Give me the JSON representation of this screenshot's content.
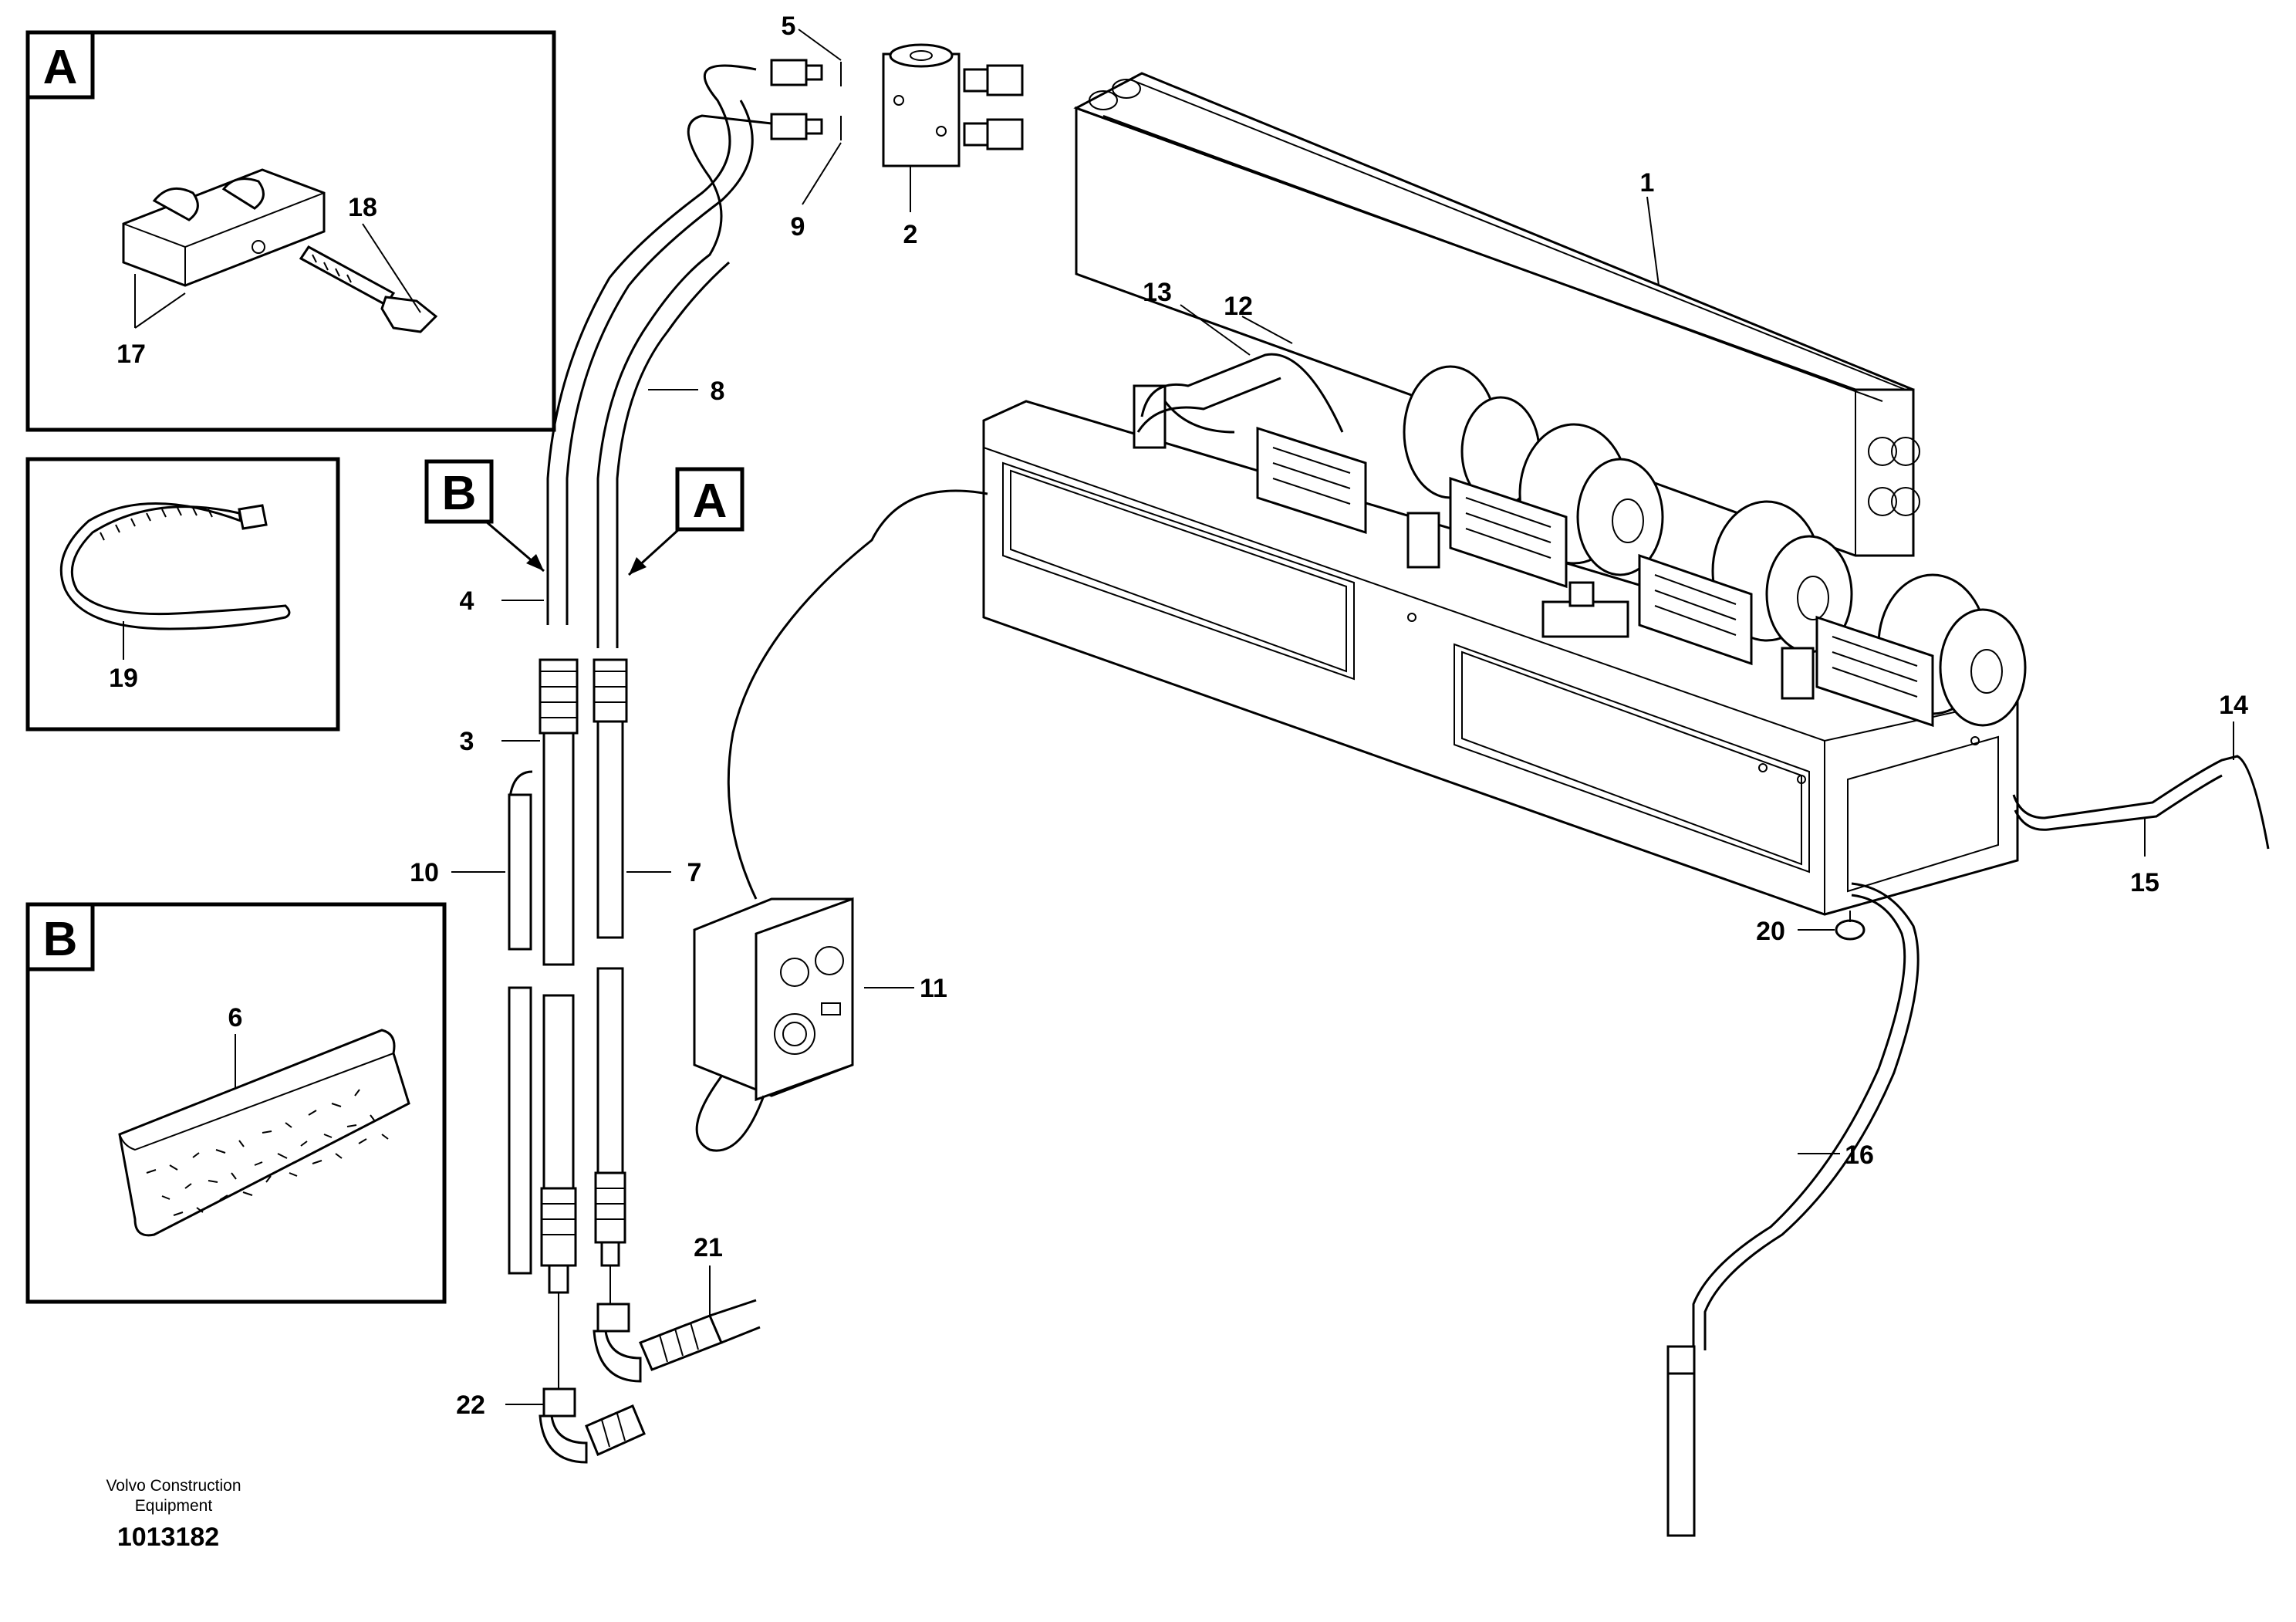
{
  "boxes": {
    "a": {
      "letter": "A"
    },
    "b": {
      "letter": "B"
    }
  },
  "callouts": {
    "a": "A",
    "b": "B"
  },
  "labels": {
    "p1": "1",
    "p2": "2",
    "p3": "3",
    "p4": "4",
    "p5": "5",
    "p6": "6",
    "p7": "7",
    "p8": "8",
    "p9": "9",
    "p10": "10",
    "p11": "11",
    "p12": "12",
    "p13": "13",
    "p14": "14",
    "p15": "15",
    "p16": "16",
    "p17": "17",
    "p18": "18",
    "p19": "19",
    "p20": "20",
    "p21": "21",
    "p22": "22"
  },
  "footer": {
    "line1": "Volvo Construction",
    "line2": "Equipment",
    "code": "1013182"
  }
}
